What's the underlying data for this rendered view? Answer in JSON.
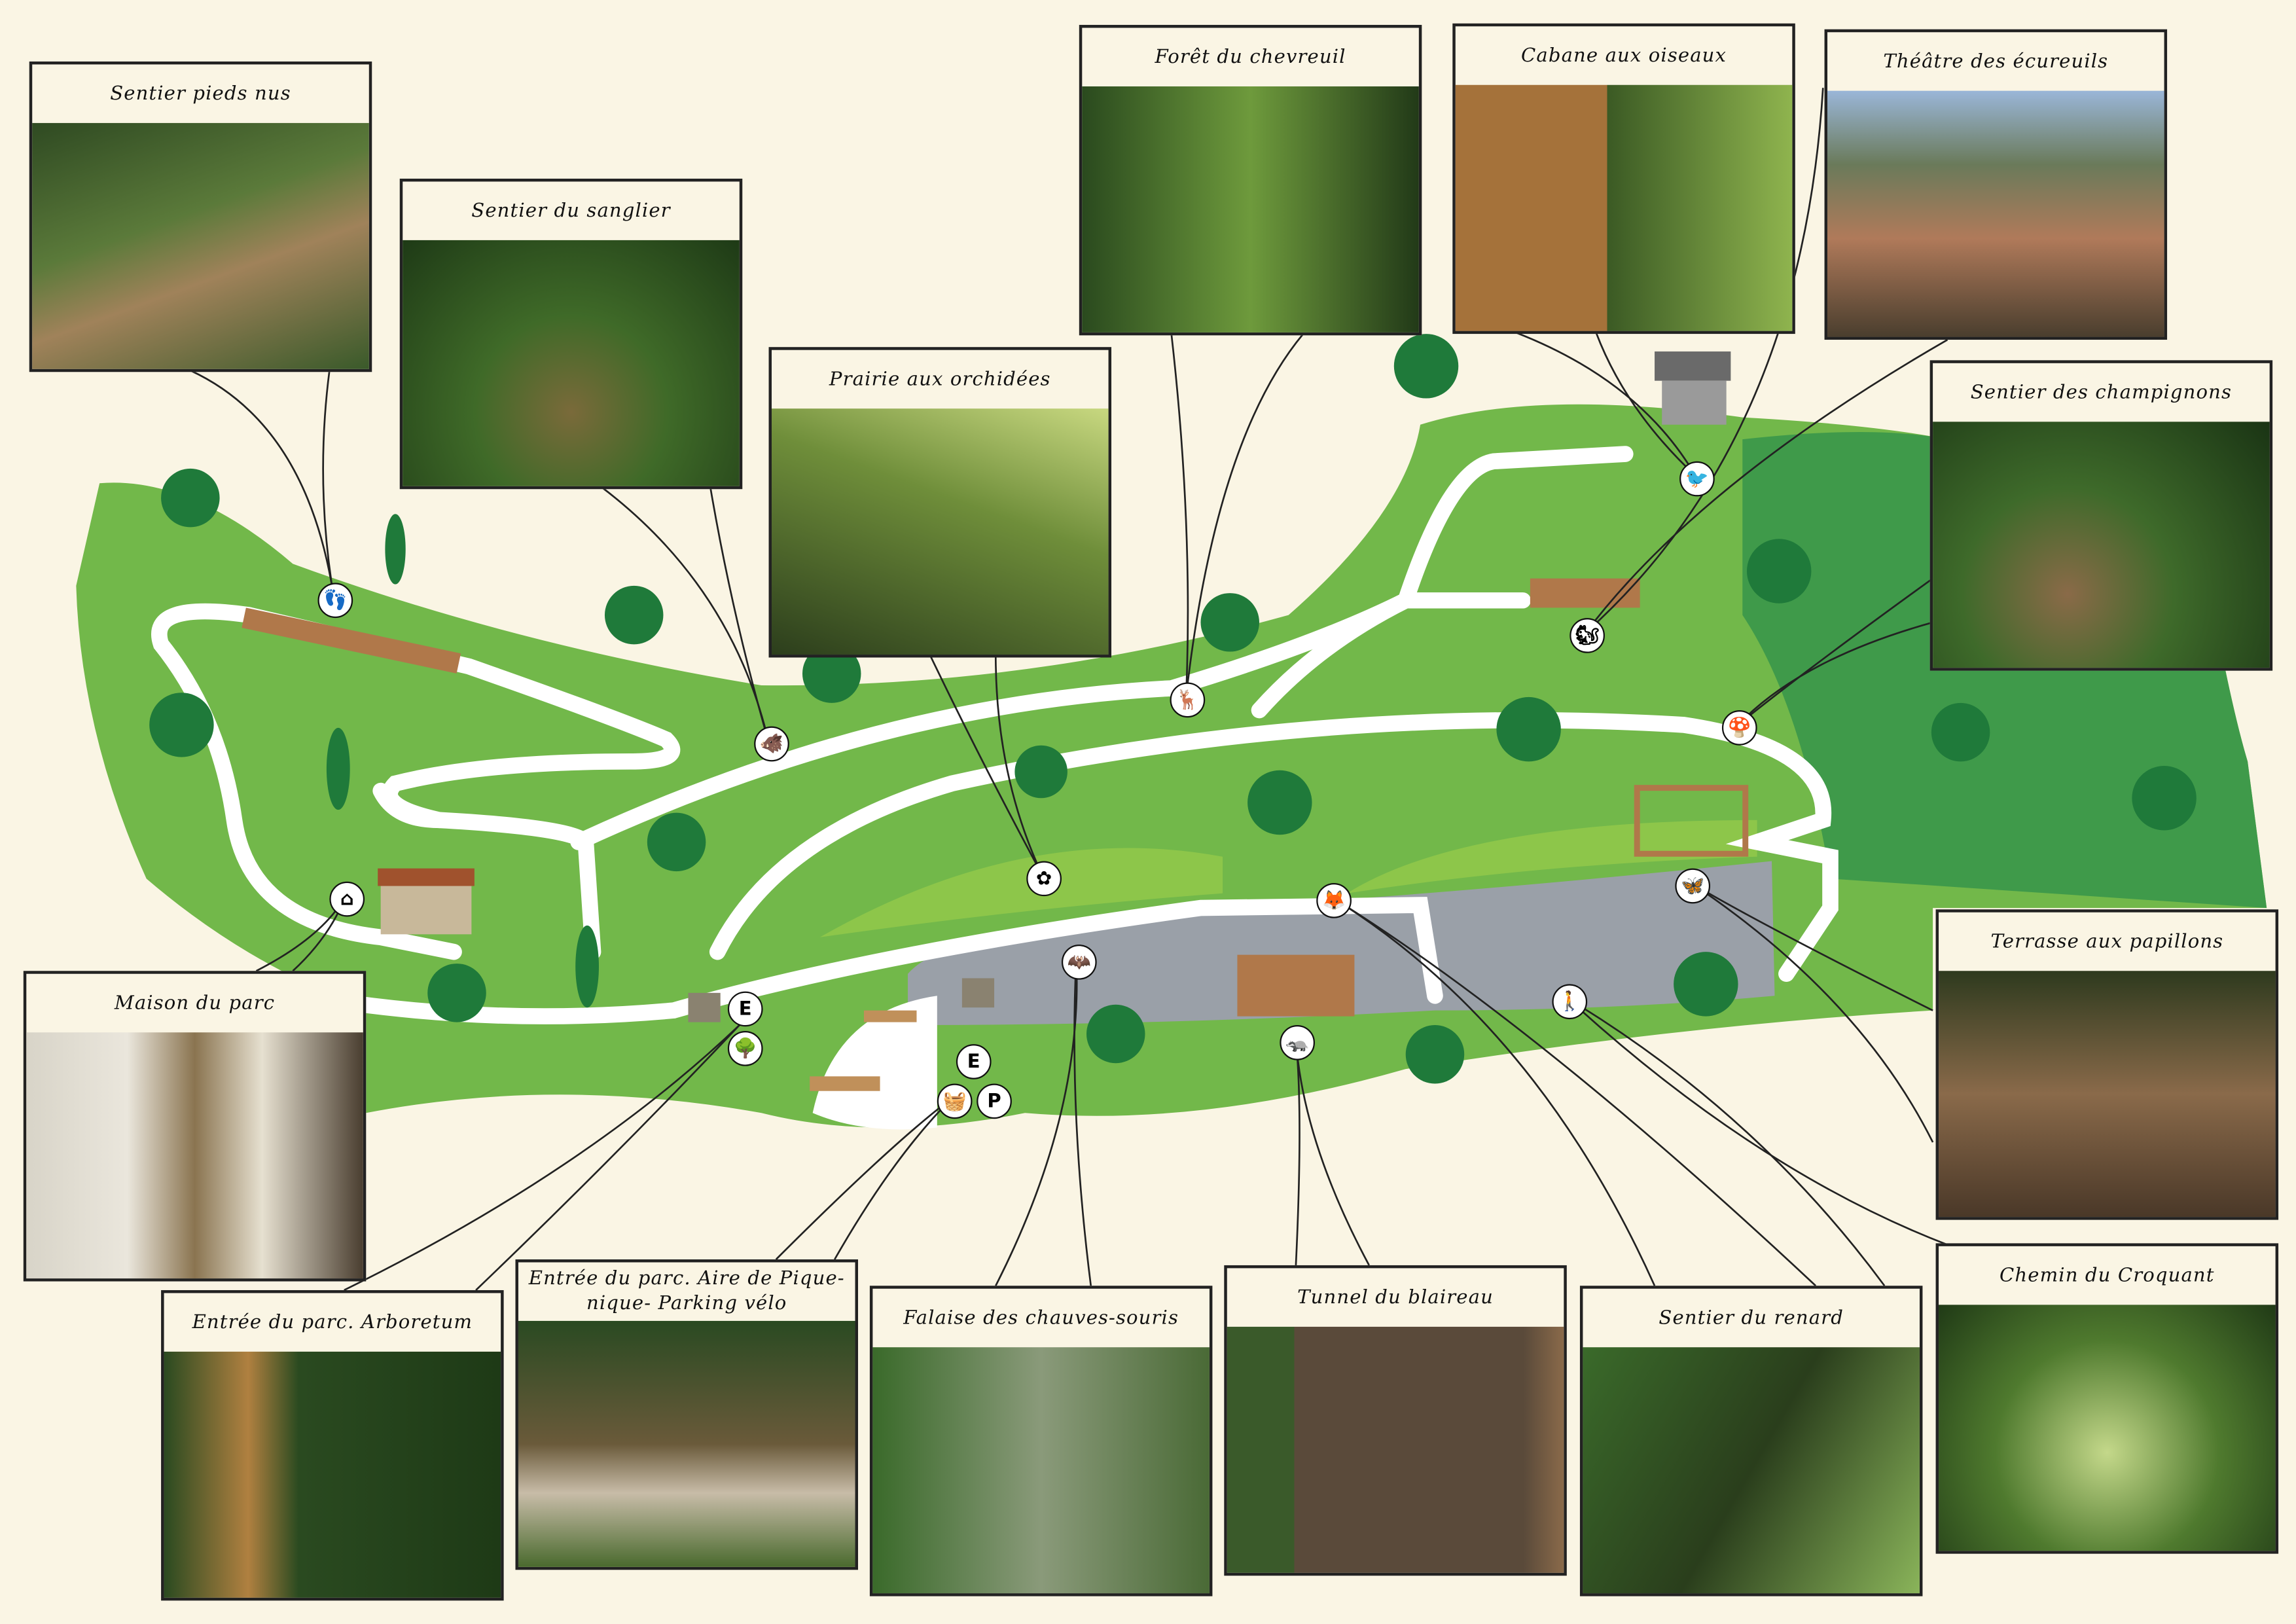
{
  "panels": [
    {
      "id": "sentier-pieds-nus",
      "title": "Sentier pieds nus"
    },
    {
      "id": "sentier-du-sanglier",
      "title": "Sentier du sanglier"
    },
    {
      "id": "prairie-aux-orchidees",
      "title": "Prairie aux orchidées"
    },
    {
      "id": "foret-du-chevreuil",
      "title": "Forêt du chevreuil"
    },
    {
      "id": "cabane-aux-oiseaux",
      "title": "Cabane aux oiseaux"
    },
    {
      "id": "theatre-des-ecureuils",
      "title": "Théâtre des écureuils"
    },
    {
      "id": "sentier-des-champignons",
      "title": "Sentier des champignons"
    },
    {
      "id": "terrasse-aux-papillons",
      "title": "Terrasse aux papillons"
    },
    {
      "id": "chemin-du-croquant",
      "title": "Chemin du Croquant"
    },
    {
      "id": "sentier-du-renard",
      "title": "Sentier du renard"
    },
    {
      "id": "tunnel-du-blaireau",
      "title": "Tunnel du blaireau"
    },
    {
      "id": "falaise-des-chauves-souris",
      "title": "Falaise des chauves-souris"
    },
    {
      "id": "entree-aire-pique-nique",
      "title": "Entrée du parc. Aire de Pique-nique- Parking vélo"
    },
    {
      "id": "entree-arboretum",
      "title": "Entrée du parc. Arboretum"
    },
    {
      "id": "maison-du-parc",
      "title": "Maison du parc"
    }
  ],
  "markers": {
    "entrance": "E",
    "parking": "P"
  },
  "colors": {
    "grass": "#72b84a",
    "dark_grass": "#3f9a4a",
    "light_grass": "#8dc64a",
    "cliff": "#9aa0a8",
    "path": "#ffffff",
    "background": "#faf5e4"
  }
}
